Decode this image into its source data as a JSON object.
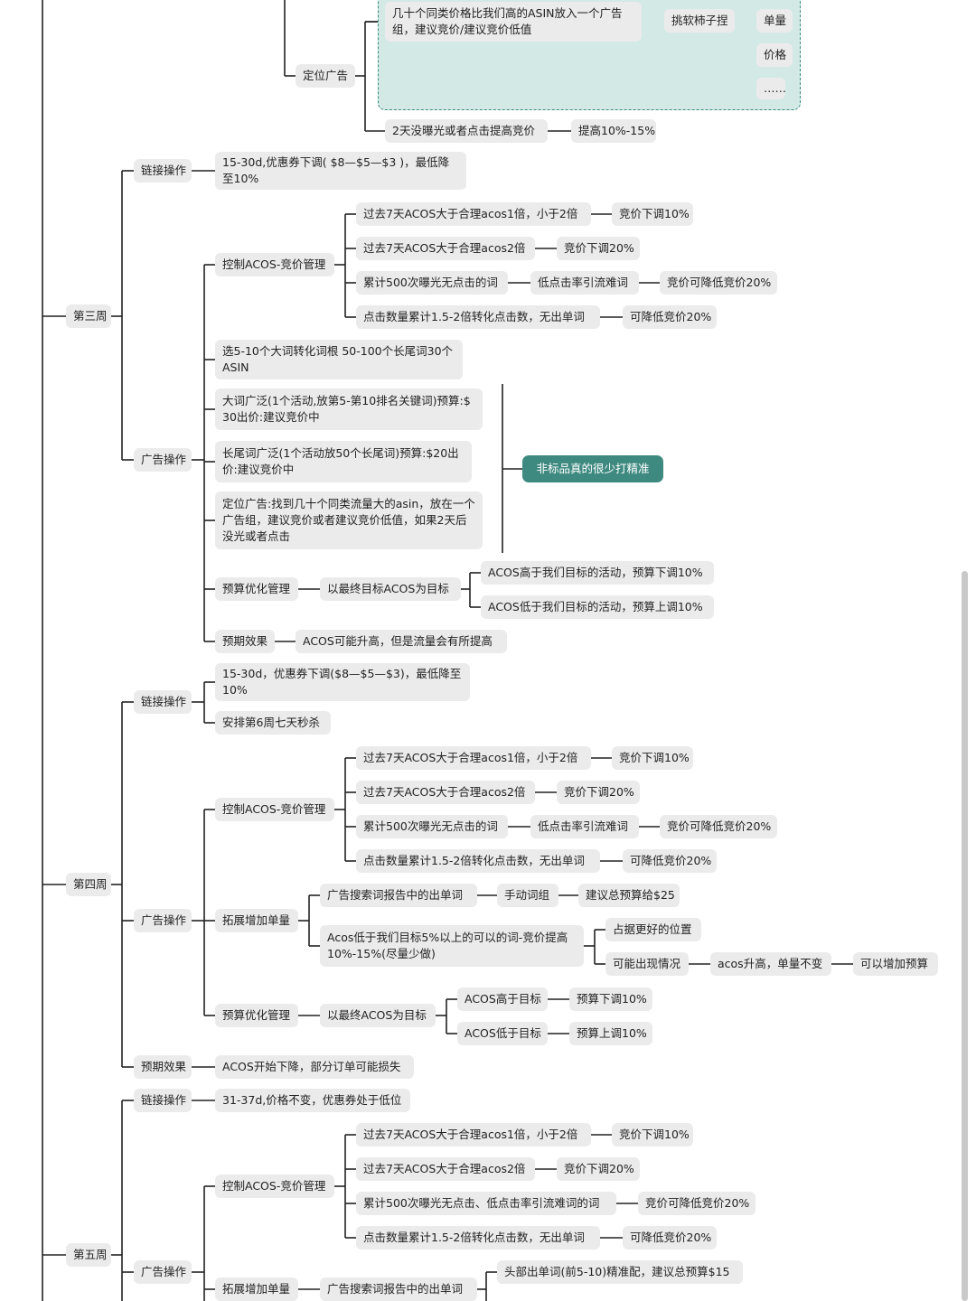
{
  "colors": {
    "accent": "#3f8a80",
    "box_fill": "#d3e9e6",
    "node_fill": "#ebebeb",
    "line": "#222222"
  },
  "nodes": {
    "asin_group": "几十个同类价格比我们高的ASIN放入一个广告组，建议竞价/建议竞价低值",
    "pick_soft": "挑软柿子捏",
    "dan_liang": "单量",
    "jia_ge": "价格",
    "dots": "……",
    "dingwei_ad": "定位广告",
    "no_exposure_2d": "2天没曝光或者点击提高竞价",
    "raise_10_15": "提高10%-15%",
    "week3": "第三周",
    "w3_link_op": "链接操作",
    "w3_coupon": "15-30d,优惠券下调( $8—$5—$3 )，最低降至10%",
    "w3_acos_ctrl": "控制ACOS-竞价管理",
    "w3_c1": "过去7天ACOS大于合理acos1倍，小于2倍",
    "w3_c1r": "竞价下调10%",
    "w3_c2": "过去7天ACOS大于合理acos2倍",
    "w3_c2r": "竞价下调20%",
    "w3_c3": "累计500次曝光无点击的词",
    "w3_c3m": "低点击率引流难词",
    "w3_c3r": "竞价可降低竞价20%",
    "w3_c4": "点击数量累计1.5-2倍转化点击数，无出单词",
    "w3_c4r": "可降低竞价20%",
    "w3_ad_op": "广告操作",
    "w3_a1": "选5-10个大词转化词根 50-100个长尾词30个ASIN",
    "w3_a2": "大词广泛(1个活动,放第5-第10排名关键词)预算:$ 30出价:建议竞价中",
    "w3_a3": "长尾词广泛(1个活动放50个长尾词)预算:$20出价:建议竞价中",
    "w3_a4": "定位广告:找到几十个同类流量大的asin，放在一个广告组，建议竞价或者建议竞价低值，如果2天后没光或者点击",
    "w3_note": "非标品真的很少打精准",
    "w3_budget": "预算优化管理",
    "w3_budget_goal": "以最终目标ACOS为目标",
    "w3_b1": "ACOS高于我们目标的活动，预算下调10%",
    "w3_b2": "ACOS低于我们目标的活动，预算上调10%",
    "w3_expect": "预期效果",
    "w3_expect_v": "ACOS可能升高，但是流量会有所提高",
    "week4": "第四周",
    "w4_link_op": "链接操作",
    "w4_coupon": "15-30d，优惠券下调($8—$5—$3)，最低降至10%",
    "w4_flash": "安排第6周七天秒杀",
    "w4_ad_op": "广告操作",
    "w4_acos_ctrl": "控制ACOS-竞价管理",
    "w4_c1": "过去7天ACOS大于合理acos1倍，小于2倍",
    "w4_c1r": "竞价下调10%",
    "w4_c2": "过去7天ACOS大于合理acos2倍",
    "w4_c2r": "竞价下调20%",
    "w4_c3": "累计500次曝光无点击的词",
    "w4_c3m": "低点击率引流难词",
    "w4_c3r": "竞价可降低竞价20%",
    "w4_c4": "点击数量累计1.5-2倍转化点击数，无出单词",
    "w4_c4r": "可降低竞价20%",
    "w4_expand": "拓展增加单量",
    "w4_e1": "广告搜索词报告中的出单词",
    "w4_e1m": "手动词组",
    "w4_e1r": "建议总预算给$25",
    "w4_e2": "Acos低于我们目标5%以上的可以的词-竞价提高10%-15%(尽量少做)",
    "w4_e2a": "占据更好的位置",
    "w4_e2b": "可能出现情况",
    "w4_e2b1": "acos升高，单量不变",
    "w4_e2b2": "可以增加预算",
    "w4_budget": "预算优化管理",
    "w4_budget_goal": "以最终ACOS为目标",
    "w4_b1": "ACOS高于目标",
    "w4_b1r": "预算下调10%",
    "w4_b2": "ACOS低于目标",
    "w4_b2r": "预算上调10%",
    "w4_expect": "预期效果",
    "w4_expect_v": "ACOS开始下降，部分订单可能损失",
    "week5": "第五周",
    "w5_link_op": "链接操作",
    "w5_price": "31-37d,价格不变，优惠券处于低位",
    "w5_ad_op": "广告操作",
    "w5_acos_ctrl": "控制ACOS-竞价管理",
    "w5_c1": "过去7天ACOS大于合理acos1倍，小于2倍",
    "w5_c1r": "竞价下调10%",
    "w5_c2": "过去7天ACOS大于合理acos2倍",
    "w5_c2r": "竞价下调20%",
    "w5_c3": "累计500次曝光无点击、低点击率引流难词的词",
    "w5_c3r": "竞价可降低竞价20%",
    "w5_c4": "点击数量累计1.5-2倍转化点击数，无出单词",
    "w5_c4r": "可降低竞价20%",
    "w5_expand": "拓展增加单量",
    "w5_e1": "广告搜索词报告中的出单词",
    "w5_e1a": "头部出单词(前5-10)精准配，建议总预算$15"
  }
}
